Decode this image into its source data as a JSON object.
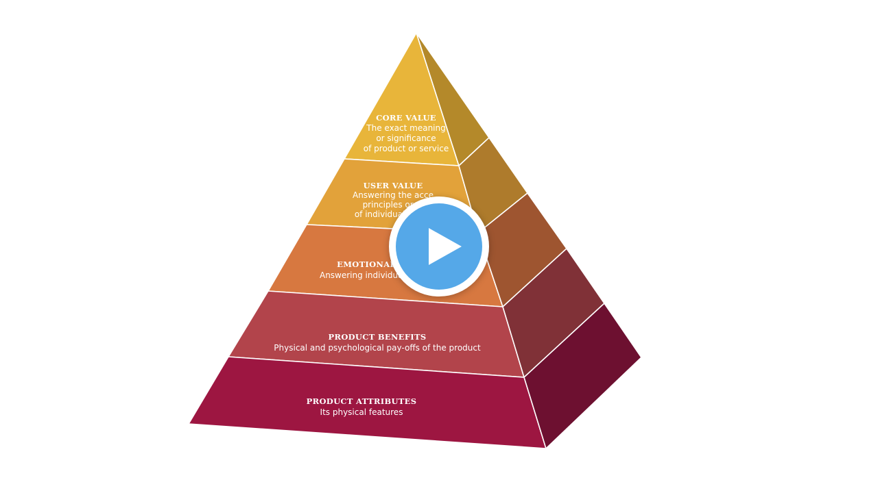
{
  "layers": [
    {
      "title": "CORE  VALUE",
      "lines": [
        "The exact meaning",
        "or significance",
        "of product or service"
      ],
      "front_color": "#e8b53a",
      "side_color": "#b4892a"
    },
    {
      "title": "USER VALUE",
      "lines": [
        "Answering the acce",
        "principles or st",
        "of individuals or gr"
      ],
      "front_color": "#e2a23a",
      "side_color": "#ae7b2c"
    },
    {
      "title": "EMOTIONAL",
      "lines": [
        "Answering individual e"
      ],
      "front_color": "#d77840",
      "side_color": "#9e5530"
    },
    {
      "title": "PRODUCT  BENEFITS",
      "lines": [
        "Physical and psychological pay-offs of the product"
      ],
      "front_color": "#b2444b",
      "side_color": "#803137"
    },
    {
      "title": "PRODUCT ATTRIBUTES",
      "lines": [
        "Its physical features"
      ],
      "front_color": "#9d1641",
      "side_color": "#6d1030"
    }
  ],
  "play_button": {
    "icon": "play-icon",
    "color": "#55a8e8"
  }
}
